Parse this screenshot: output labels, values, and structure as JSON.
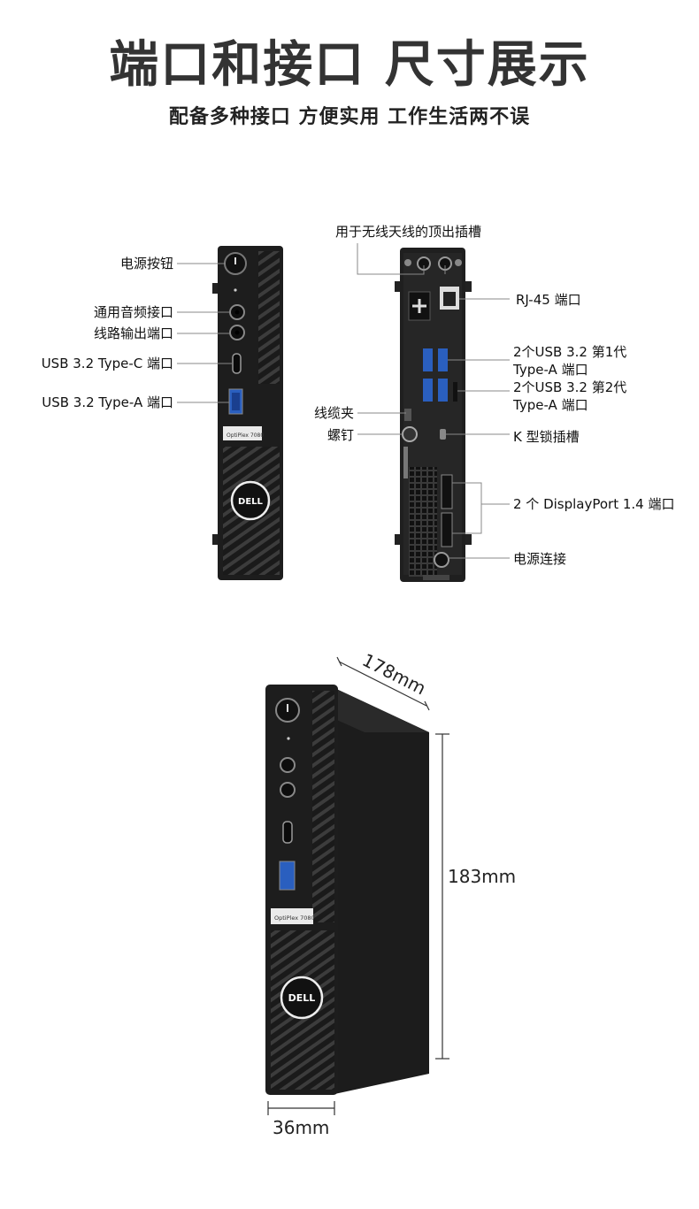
{
  "header": {
    "title": "端口和接口 尺寸展示",
    "subtitle": "配备多种接口 方便实用 工作生活两不误"
  },
  "front_labels": [
    "电源按钮",
    "通用音频接口",
    "线路输出端口",
    "USB 3.2  Type-C 端口",
    "USB 3.2  Type-A 端口"
  ],
  "rear_labels": {
    "antenna": "用于无线天线的顶出插槽",
    "rj45": "RJ-45 端口",
    "usb_gen1_line1": "2个USB 3.2  第1代",
    "usb_gen1_line2": "Type-A 端口",
    "usb_gen2_line1": "2个USB 3.2  第2代",
    "usb_gen2_line2": "Type-A 端口",
    "cable_clip": "线缆夹",
    "screw": "螺钉",
    "k_lock": "K 型锁插槽",
    "displayport": "2 个 DisplayPort 1.4 端口",
    "power": "电源连接"
  },
  "product": {
    "brand": "DELL",
    "model": "OptiPlex 7080"
  },
  "dimensions": {
    "depth": "178mm",
    "height": "183mm",
    "width": "36mm"
  }
}
